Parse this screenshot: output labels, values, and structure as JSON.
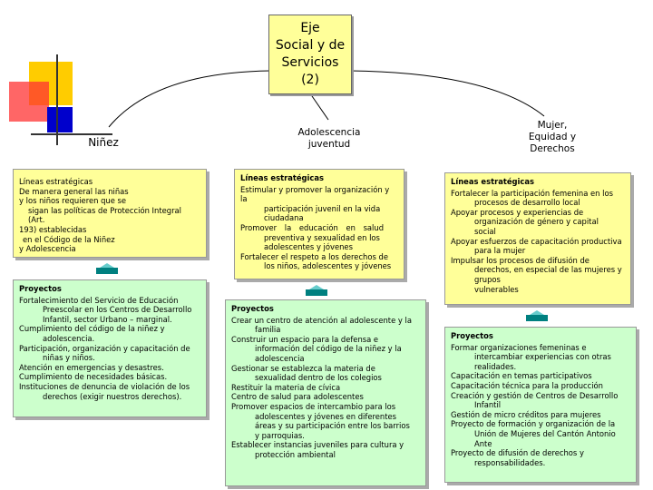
{
  "colors": {
    "yellow_box": "#ffff99",
    "green_box": "#ccffcc",
    "root_node": "#ffff99",
    "deco_yellow": "#ffcc00",
    "deco_red": "#ff3333",
    "deco_blue": "#0000cc",
    "separator_teal": "#008080"
  },
  "root": {
    "lines": [
      "Eje",
      "Social y de",
      "Servicios",
      "(2)"
    ]
  },
  "branches": [
    {
      "title": "Niñez",
      "lineas": {
        "heading": "Líneas estratégicas",
        "lines": [
          "De manera general las niñas",
          "y los niños requieren que se",
          "sigan las políticas de Protección Integral (Art.",
          "193) establecidas",
          " en el Código de la Niñez",
          "y Adolescencia"
        ]
      },
      "proyectos": {
        "heading": "Proyectos",
        "items": [
          [
            "Fortalecimiento del Servicio de Educación",
            "Preescolar en los Centros de Desarrollo",
            "Infantil, sector Urbano – marginal."
          ],
          [
            "Cumplimiento del código de la niñez y",
            "adolescencia."
          ],
          [
            "Participación, organización y capacitación de",
            "niñas y niños."
          ],
          [
            "Atención en emergencias y desastres."
          ],
          [
            "Cumplimiento de necesidades básicas."
          ],
          [
            "Instituciones de denuncia de violación de los",
            "derechos (exigir nuestros derechos)."
          ]
        ]
      }
    },
    {
      "title": "Adolescencia juventud",
      "title_lines": [
        "Adolescencia",
        "juventud"
      ],
      "lineas": {
        "heading": "Líneas estratégicas",
        "items": [
          [
            "Estimular y promover la organización y la",
            "participación juvenil en la vida",
            "ciudadana"
          ],
          [
            "Promover la educación en salud",
            "preventiva y sexualidad en los",
            "adolescentes y jóvenes"
          ],
          [
            "Fortalecer el respeto a los derechos de",
            "los niños, adolescentes y jóvenes"
          ]
        ]
      },
      "proyectos": {
        "heading": "Proyectos",
        "items": [
          [
            "Crear un centro de atención al adolescente y la",
            "familia"
          ],
          [
            "Construir un espacio para la defensa e",
            "información del código de la niñez y la",
            "adolescencia"
          ],
          [
            "Gestionar se establezca la materia de",
            "sexualidad dentro de los colegios"
          ],
          [
            "Restituir la materia de cívica"
          ],
          [
            "Centro de salud para adolescentes"
          ],
          [
            "Promover espacios de intercambio para los",
            "adolescentes y jóvenes en diferentes",
            "áreas y su participación entre los barrios",
            "y parroquias."
          ],
          [
            "Establecer instancias juveniles para cultura y",
            "protección ambiental"
          ]
        ]
      }
    },
    {
      "title": "Mujer, Equidad y Derechos",
      "title_lines": [
        "Mujer,",
        "Equidad y",
        "Derechos"
      ],
      "lineas": {
        "heading": "Líneas estratégicas",
        "items": [
          [
            "Fortalecer la participación femenina en los",
            "procesos de desarrollo local"
          ],
          [
            "Apoyar procesos y experiencias de",
            "organización de género y capital",
            "social"
          ],
          [
            "Apoyar esfuerzos de capacitación productiva",
            "para la mujer"
          ],
          [
            "Impulsar los procesos de difusión de",
            "derechos, en especial de las mujeres y grupos",
            "vulnerables"
          ]
        ]
      },
      "proyectos": {
        "heading": "Proyectos",
        "items": [
          [
            "Formar organizaciones femeninas e",
            "intercambiar experiencias con otras",
            "realidades."
          ],
          [
            "Capacitación en temas participativos"
          ],
          [
            "Capacitación técnica para la producción"
          ],
          [
            "Creación y gestión de Centros de Desarrollo",
            "Infantil"
          ],
          [
            "Gestión de micro créditos para mujeres"
          ],
          [
            "Proyecto de formación y organización de la",
            "Unión de Mujeres del Cantón Antonio",
            "Ante"
          ],
          [
            "Proyecto de difusión de derechos y",
            "responsabilidades."
          ]
        ]
      }
    }
  ]
}
